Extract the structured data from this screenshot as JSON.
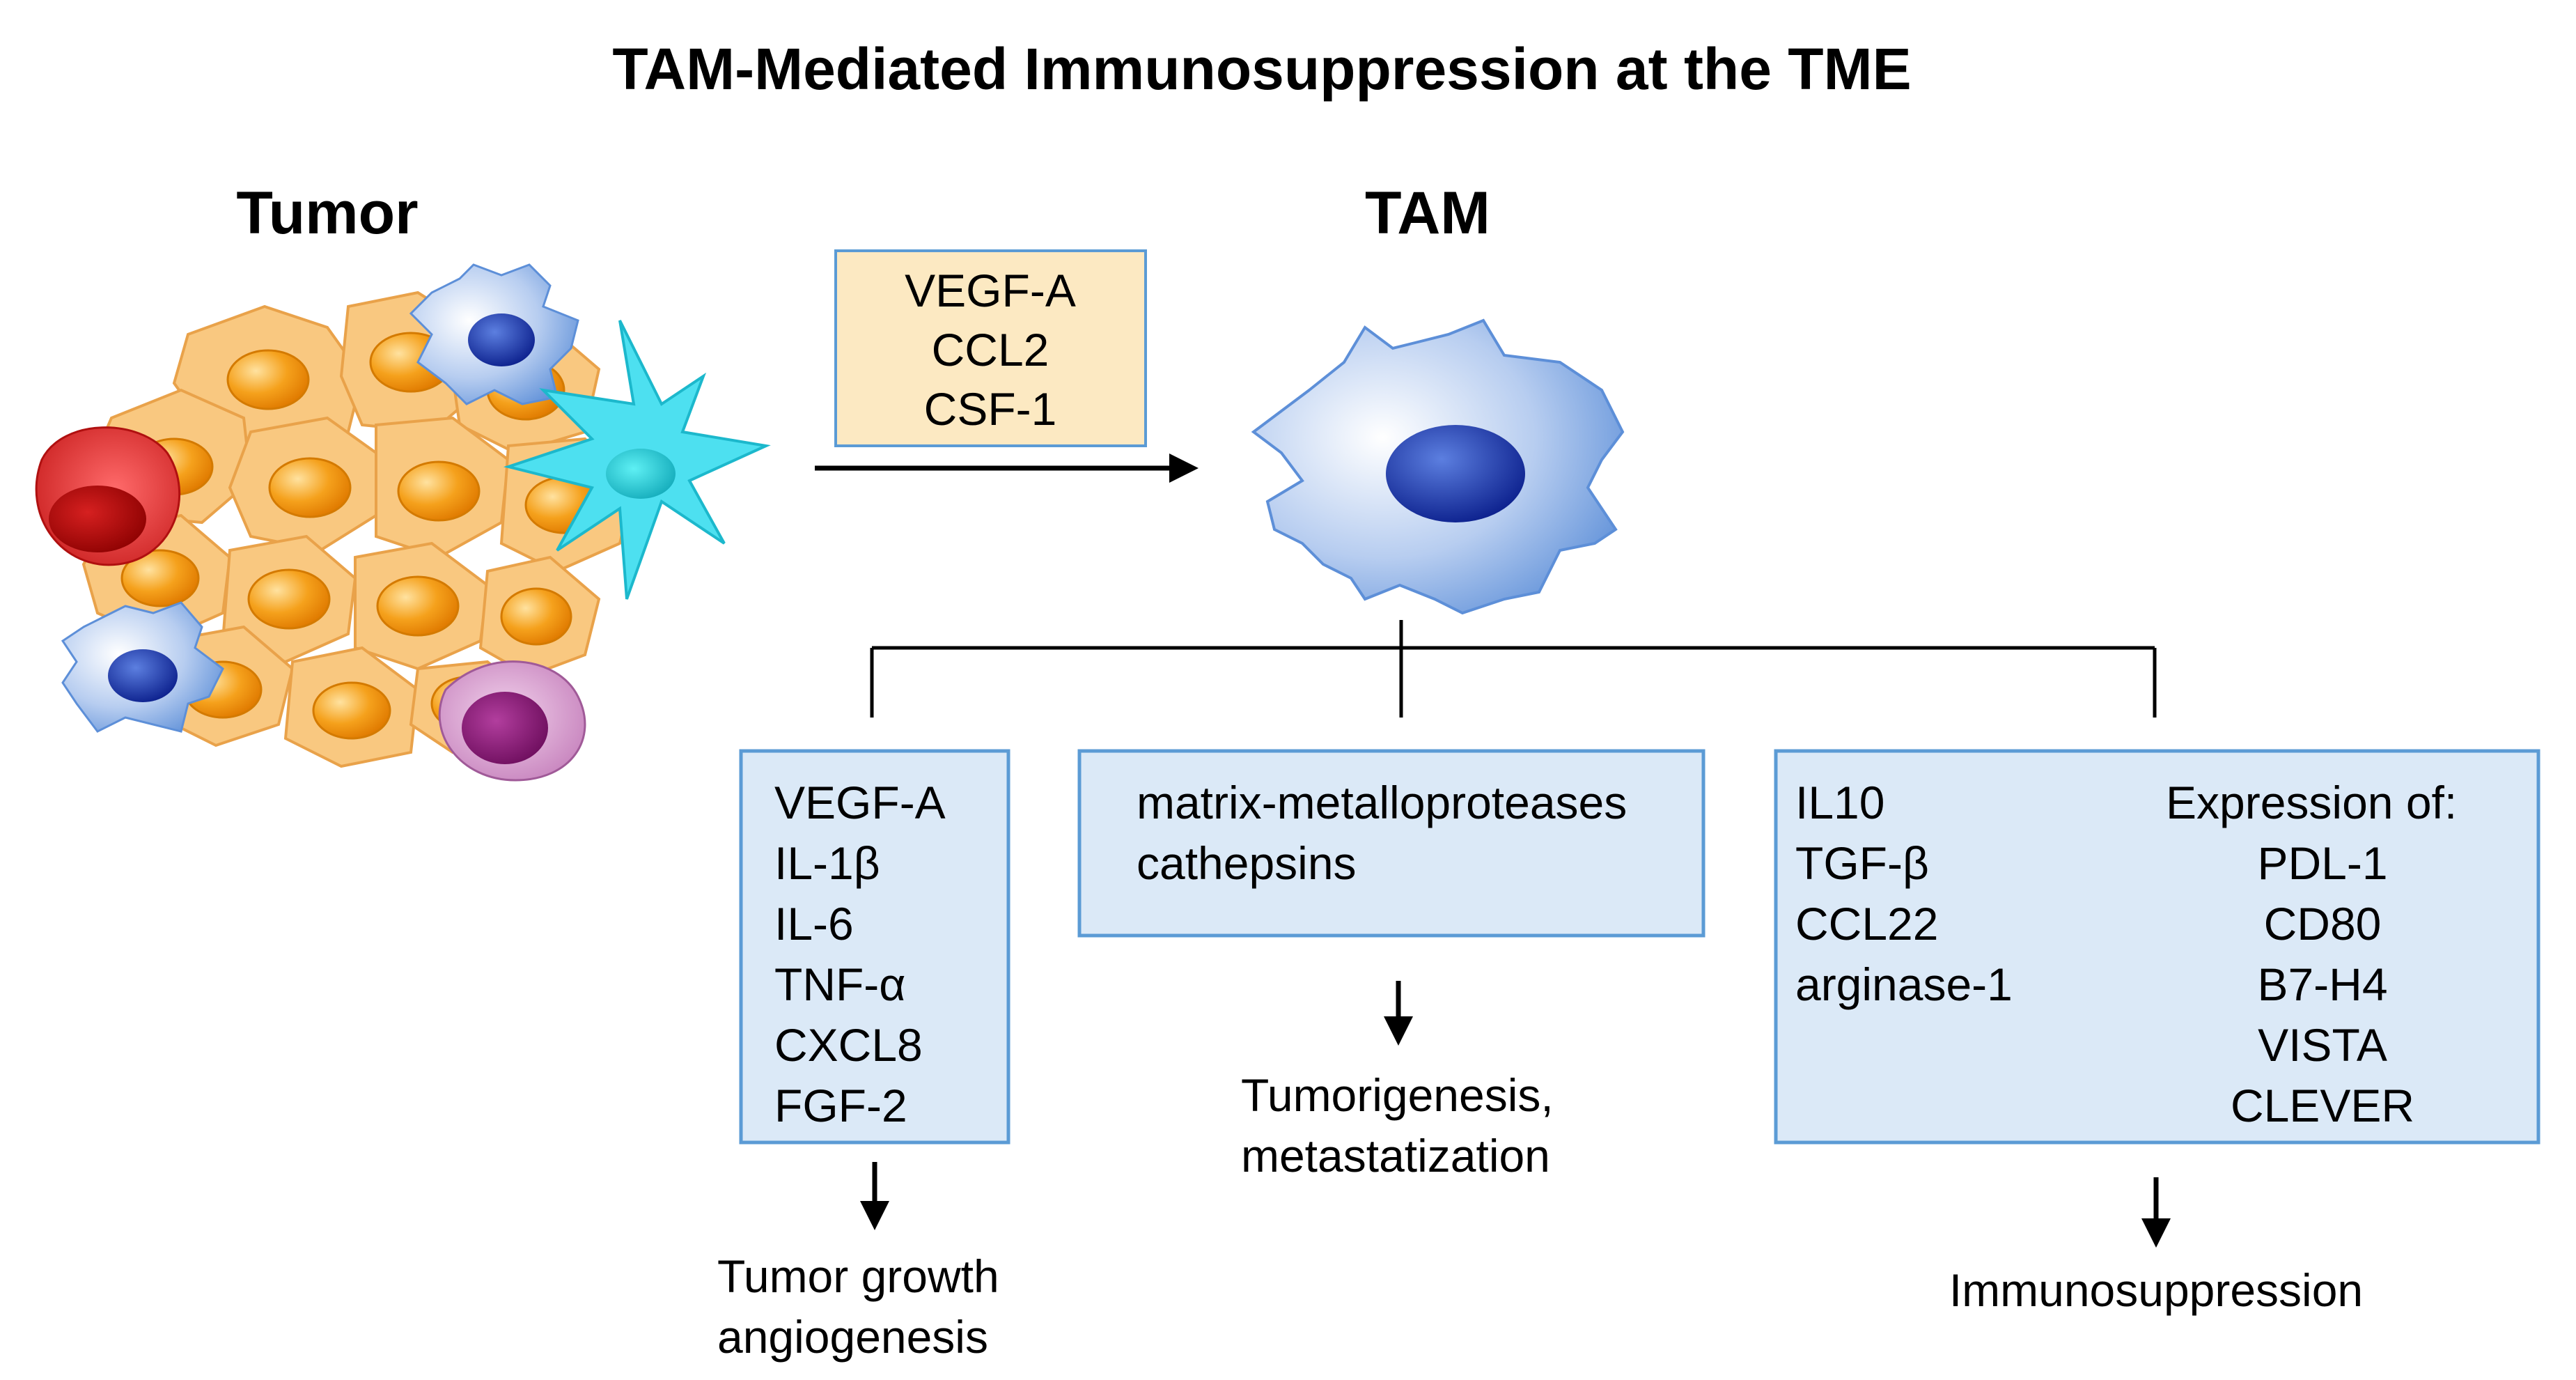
{
  "title": "TAM-Mediated Immunosuppression at the TME",
  "labels": {
    "tumor": "Tumor",
    "tam": "TAM"
  },
  "tumor_factors": [
    "VEGF-A",
    "CCL2",
    "CSF-1"
  ],
  "box_left": {
    "items": [
      "VEGF-A",
      "IL-1β",
      "IL-6",
      "TNF-α",
      "CXCL8",
      "FGF-2"
    ],
    "outcome": [
      "Tumor growth",
      "angiogenesis"
    ]
  },
  "box_middle": {
    "items": [
      "matrix-metalloproteases",
      "cathepsins"
    ],
    "outcome": [
      "Tumorigenesis,",
      "metastatization"
    ]
  },
  "box_right": {
    "items_left": [
      "IL10",
      "TGF-β",
      "CCL22",
      "arginase-1"
    ],
    "expression_header": "Expression of:",
    "items_right": [
      "PDL-1",
      "CD80",
      "B7-H4",
      "VISTA",
      "CLEVER"
    ],
    "outcome": [
      "Immunosuppression"
    ]
  },
  "colors": {
    "tumor_cell": "#f9c880",
    "tumor_nucleus": "#f5a11c",
    "macrophage": "#8fb4e6",
    "macrophage_nucleus": "#1f3fa8",
    "dendritic_cell": "#33d6ec",
    "red_cell": "#d82a2a",
    "purple_cell": "#b04c9c",
    "box_fill": "#dbe9f7",
    "box_border": "#5b9bd5",
    "factor_box_fill": "#fce9c2"
  }
}
